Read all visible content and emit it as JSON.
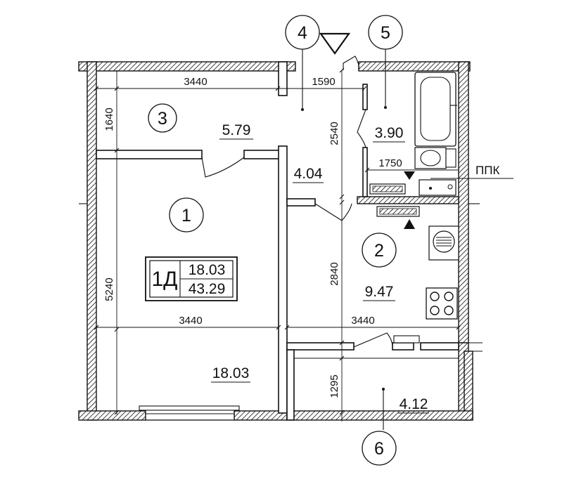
{
  "plan": {
    "apartment_type": "1Д",
    "living_area": "18.03",
    "total_area": "43.29",
    "ppk_label": "ППК",
    "rooms": [
      {
        "number": "1",
        "area": "18.03"
      },
      {
        "number": "2",
        "area": "9.47"
      },
      {
        "number": "3",
        "area": "5.79"
      },
      {
        "number": "4",
        "area": "4.04"
      },
      {
        "number": "5",
        "area": "3.90"
      },
      {
        "number": "6",
        "area": "4.12"
      }
    ],
    "dimensions": {
      "hall_width": "3440",
      "corridor_width": "1590",
      "hall_depth": "1640",
      "corridor_depth": "2540",
      "bath_width": "1750",
      "room_depth": "5240",
      "room_width": "3440",
      "kitchen_depth": "2840",
      "kitchen_width": "3440",
      "balcony_depth": "1295"
    }
  }
}
